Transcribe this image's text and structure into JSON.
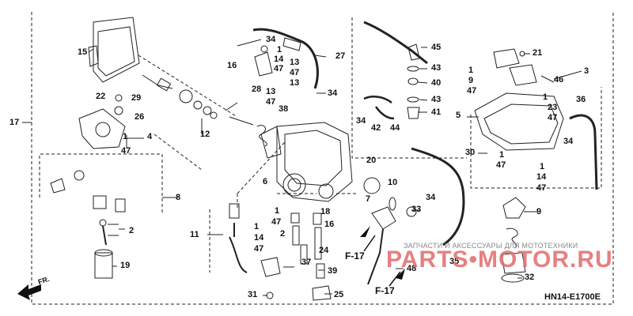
{
  "diagram": {
    "code": "HN14-E1700E",
    "front_arrow_label": "FR.",
    "section_refs": [
      "F-17",
      "F-17"
    ],
    "watermark_small": "ЗАПЧАСТИ И АКСЕССУАРЫ ДЛЯ МОТОТЕХНИКИ",
    "watermark_big": "PARTS•MOTOR.RU",
    "callouts": [
      {
        "id": "c15",
        "text": "15"
      },
      {
        "id": "c34a",
        "text": "34"
      },
      {
        "id": "c16",
        "text": "16"
      },
      {
        "id": "c1a",
        "text": "1"
      },
      {
        "id": "c14a",
        "text": "14"
      },
      {
        "id": "c47a",
        "text": "47"
      },
      {
        "id": "c13a",
        "text": "13"
      },
      {
        "id": "c13b",
        "text": "13"
      },
      {
        "id": "c47b",
        "text": "47"
      },
      {
        "id": "c27",
        "text": "27"
      },
      {
        "id": "c45",
        "text": "45"
      },
      {
        "id": "c43a",
        "text": "43"
      },
      {
        "id": "c40",
        "text": "40"
      },
      {
        "id": "c43b",
        "text": "43"
      },
      {
        "id": "c41",
        "text": "41"
      },
      {
        "id": "c21",
        "text": "21"
      },
      {
        "id": "c1b",
        "text": "1"
      },
      {
        "id": "c9a",
        "text": "9"
      },
      {
        "id": "c47c",
        "text": "47"
      },
      {
        "id": "c46",
        "text": "46"
      },
      {
        "id": "c3",
        "text": "3"
      },
      {
        "id": "c28",
        "text": "28"
      },
      {
        "id": "c13c",
        "text": "13"
      },
      {
        "id": "c47d",
        "text": "47"
      },
      {
        "id": "c38",
        "text": "38"
      },
      {
        "id": "c34b",
        "text": "34"
      },
      {
        "id": "c22",
        "text": "22"
      },
      {
        "id": "c29",
        "text": "29"
      },
      {
        "id": "c26",
        "text": "26"
      },
      {
        "id": "c17",
        "text": "17"
      },
      {
        "id": "c1c",
        "text": "1"
      },
      {
        "id": "c47e",
        "text": "47"
      },
      {
        "id": "c4",
        "text": "4"
      },
      {
        "id": "c12",
        "text": "12"
      },
      {
        "id": "c34c",
        "text": "34"
      },
      {
        "id": "c42",
        "text": "42"
      },
      {
        "id": "c44",
        "text": "44"
      },
      {
        "id": "c1d",
        "text": "1"
      },
      {
        "id": "c23",
        "text": "23"
      },
      {
        "id": "c47f",
        "text": "47"
      },
      {
        "id": "c36",
        "text": "36"
      },
      {
        "id": "c5",
        "text": "5"
      },
      {
        "id": "c34d",
        "text": "34"
      },
      {
        "id": "c30",
        "text": "30"
      },
      {
        "id": "c1e",
        "text": "1"
      },
      {
        "id": "c47g",
        "text": "47"
      },
      {
        "id": "c1f",
        "text": "1"
      },
      {
        "id": "c14b",
        "text": "14"
      },
      {
        "id": "c47h",
        "text": "47"
      },
      {
        "id": "c20",
        "text": "20"
      },
      {
        "id": "c10",
        "text": "10"
      },
      {
        "id": "c8",
        "text": "8"
      },
      {
        "id": "c6",
        "text": "6"
      },
      {
        "id": "c34e",
        "text": "34"
      },
      {
        "id": "c33",
        "text": "33"
      },
      {
        "id": "c7",
        "text": "7"
      },
      {
        "id": "c9b",
        "text": "9"
      },
      {
        "id": "c11",
        "text": "11"
      },
      {
        "id": "c1g",
        "text": "1"
      },
      {
        "id": "c47i",
        "text": "47"
      },
      {
        "id": "c2a",
        "text": "2"
      },
      {
        "id": "c18",
        "text": "18"
      },
      {
        "id": "c16b",
        "text": "16"
      },
      {
        "id": "c2b",
        "text": "2"
      },
      {
        "id": "c1h",
        "text": "1"
      },
      {
        "id": "c14c",
        "text": "14"
      },
      {
        "id": "c47j",
        "text": "47"
      },
      {
        "id": "c24",
        "text": "24"
      },
      {
        "id": "c37",
        "text": "37"
      },
      {
        "id": "c19",
        "text": "19"
      },
      {
        "id": "c35",
        "text": "35"
      },
      {
        "id": "c48",
        "text": "48"
      },
      {
        "id": "c39",
        "text": "39"
      },
      {
        "id": "c32",
        "text": "32"
      },
      {
        "id": "c31",
        "text": "31"
      },
      {
        "id": "c25",
        "text": "25"
      }
    ]
  }
}
